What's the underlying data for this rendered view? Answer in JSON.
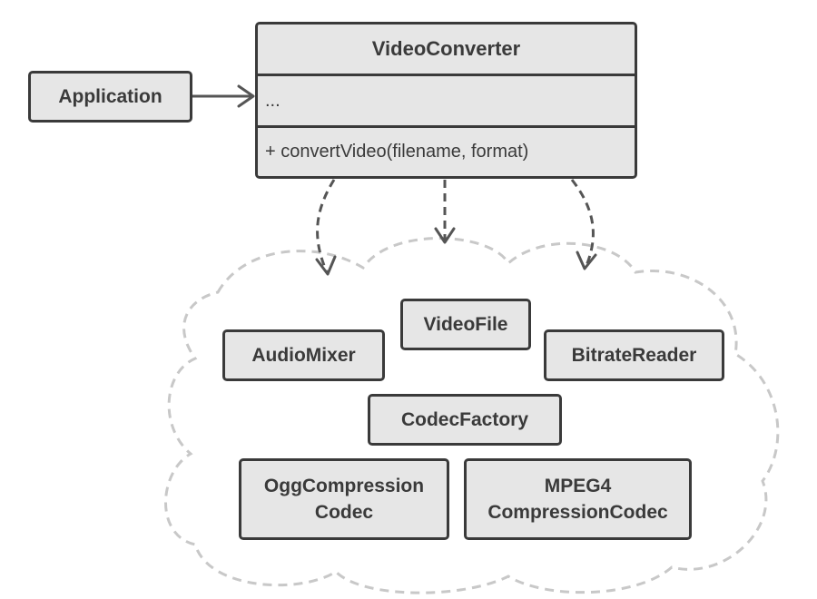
{
  "client": {
    "label": "Application"
  },
  "facade": {
    "name": "VideoConverter",
    "fields": "...",
    "operations": "+ convertVideo(filename, format)"
  },
  "subsystem": {
    "classes": {
      "video_file": "VideoFile",
      "audio_mixer": "AudioMixer",
      "bitrate_reader": "BitrateReader",
      "codec_factory": "CodecFactory",
      "ogg_line1": "OggCompression",
      "ogg_line2": "Codec",
      "mpeg_line1": "MPEG4",
      "mpeg_line2": "CompressionCodec"
    }
  },
  "colors": {
    "stroke": "#3a3a3a",
    "box_fill": "#e6e6e6",
    "cloud_stroke": "#c8c8c8",
    "arrow": "#555555"
  }
}
